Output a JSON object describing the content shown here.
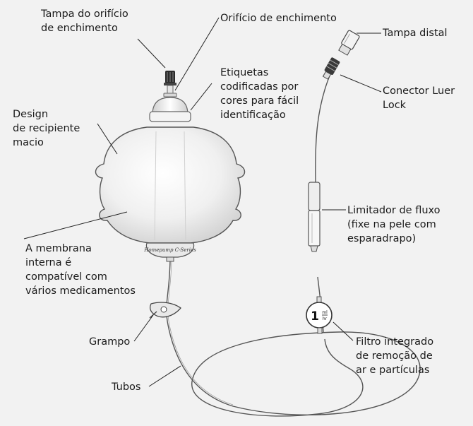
{
  "labels": {
    "fill_port_cap": [
      "Tampa do orifício",
      "de enchimento"
    ],
    "fill_port": [
      "Orifício de enchimento"
    ],
    "distal_cap": [
      "Tampa distal"
    ],
    "color_labels": [
      "Etiquetas",
      "codificadas por",
      "cores para fácil",
      "identificação"
    ],
    "soft_container": [
      "Design",
      "de recipiente",
      "macio"
    ],
    "luer_lock": [
      "Conector Luer",
      "Lock"
    ],
    "flow_restrictor": [
      "Limitador de fluxo",
      "(fixe na pele com",
      "esparadrapo)"
    ],
    "inner_membrane": [
      "A membrana",
      "interna é",
      "compatível com",
      "vários medicamentos"
    ],
    "clamp": [
      "Grampo"
    ],
    "filter": [
      "Filtro integrado",
      "de remoção de",
      "ar e partículas"
    ],
    "tubing": [
      "Tubos"
    ]
  },
  "device_marks": {
    "bag_brand": "Homepump C-Series",
    "rate_number": "1",
    "rate_unit_top": "ml",
    "rate_unit_bottom": "hr"
  }
}
